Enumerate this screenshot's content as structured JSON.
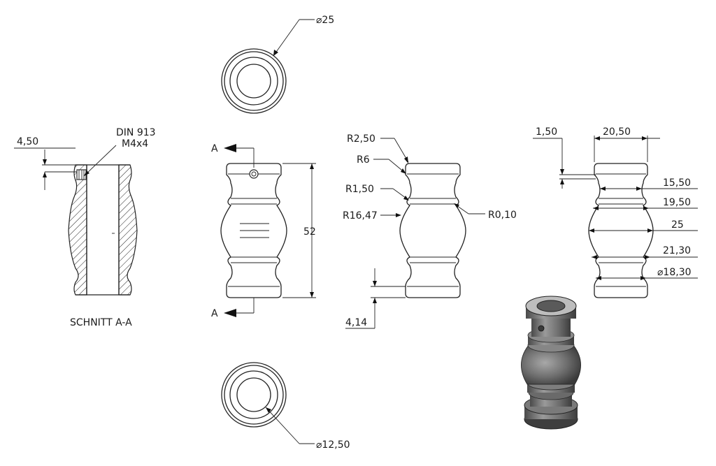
{
  "section": {
    "title": "SCHNITT A-A",
    "top_dim": "4,50",
    "note_line1": "DIN 913",
    "note_line2": "M4x4"
  },
  "front": {
    "height_dim": "52",
    "cut_label_top": "A",
    "cut_label_bottom": "A"
  },
  "top_view": {
    "diameter_dim": "⌀25"
  },
  "bottom_view": {
    "diameter_dim": "⌀12,50"
  },
  "radii_view": {
    "r_top": "R2,50",
    "r_six": "R6",
    "r_one_five": "R1,50",
    "r_big": "R16,47",
    "r_small": "R0,10",
    "bottom_dim": "4,14"
  },
  "diam_view": {
    "groove_dim": "1,50",
    "top_width": "20,50",
    "d1": "15,50",
    "d2": "19,50",
    "d3": "25",
    "d4": "21,30",
    "d5": "⌀18,30"
  }
}
